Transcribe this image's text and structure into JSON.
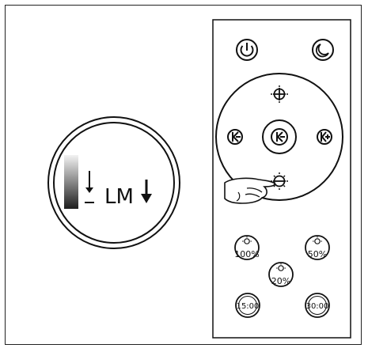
{
  "display": {
    "mode_label": "LM",
    "gradient_dark": "#1e1e1e",
    "gradient_light": "#f2f2f2",
    "icons": [
      "level-down-arrow-icon",
      "lm-down-arrow-icon"
    ]
  },
  "remote": {
    "top_buttons": [
      {
        "name": "power-button",
        "icon": "power-icon"
      },
      {
        "name": "sleep-button",
        "icon": "moon-icon"
      }
    ],
    "dpad": {
      "up": {
        "name": "brightness-up-button",
        "icon": "sun-plus-icon"
      },
      "down": {
        "name": "brightness-down-button",
        "icon": "sun-minus-icon"
      },
      "left": {
        "name": "color-temp-minus-button",
        "icon": "k-minus-icon"
      },
      "center": {
        "name": "color-temp-center-button",
        "icon": "k-minus-icon"
      },
      "right": {
        "name": "color-temp-plus-button",
        "icon": "k-plus-icon"
      }
    },
    "presets": [
      {
        "label": "100%"
      },
      {
        "label": "50%"
      },
      {
        "label": "20%"
      }
    ],
    "timers": [
      {
        "label": "15:00"
      },
      {
        "label": "30:00"
      }
    ]
  },
  "colors": {
    "stroke": "#111111",
    "background": "#ffffff"
  }
}
